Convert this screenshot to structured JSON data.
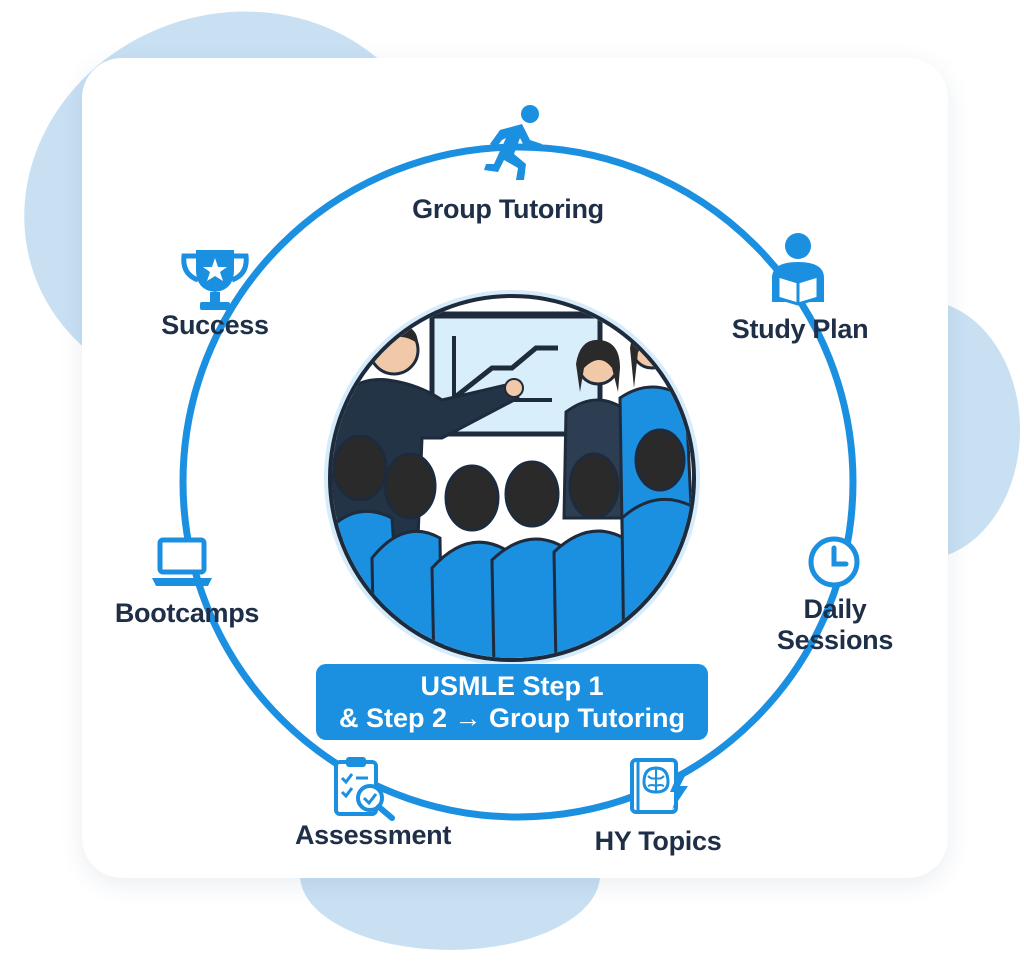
{
  "center": {
    "banner_line1": "USMLE Step 1",
    "banner_line2": "& Step 2 → Group Tutoring"
  },
  "cycle_items": [
    {
      "label": "Group Tutoring",
      "icon": "running-person-icon"
    },
    {
      "label": "Study Plan",
      "icon": "reading-person-icon"
    },
    {
      "label_line1": "Daily",
      "label_line2": "Sessions",
      "icon": "clock-icon"
    },
    {
      "label": "HY Topics",
      "icon": "brain-book-icon"
    },
    {
      "label": "Assessment",
      "icon": "clipboard-search-icon"
    },
    {
      "label": "Bootcamps",
      "icon": "laptop-icon"
    },
    {
      "label": "Success",
      "icon": "trophy-icon"
    }
  ],
  "colors": {
    "accent": "#1b8fe0",
    "text": "#1f2f48",
    "background_blob": "#c9e0f3"
  }
}
